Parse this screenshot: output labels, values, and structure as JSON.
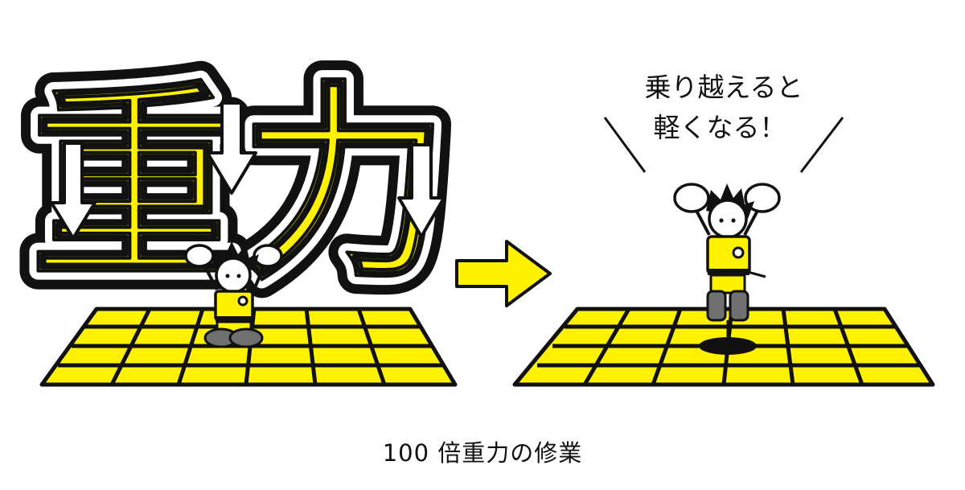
{
  "illustration": {
    "title_kanji": "重力",
    "speech_line_1": "乗り越えると",
    "speech_line_2": "軽くなる！",
    "caption": "100 倍重力の修業"
  },
  "colors": {
    "accent_yellow": "#fff200",
    "outline": "#111111",
    "boots_gray": "#707070",
    "background": "#ffffff"
  },
  "icons": [
    "gravity-arrow-down-icon",
    "transition-arrow-right-icon"
  ]
}
